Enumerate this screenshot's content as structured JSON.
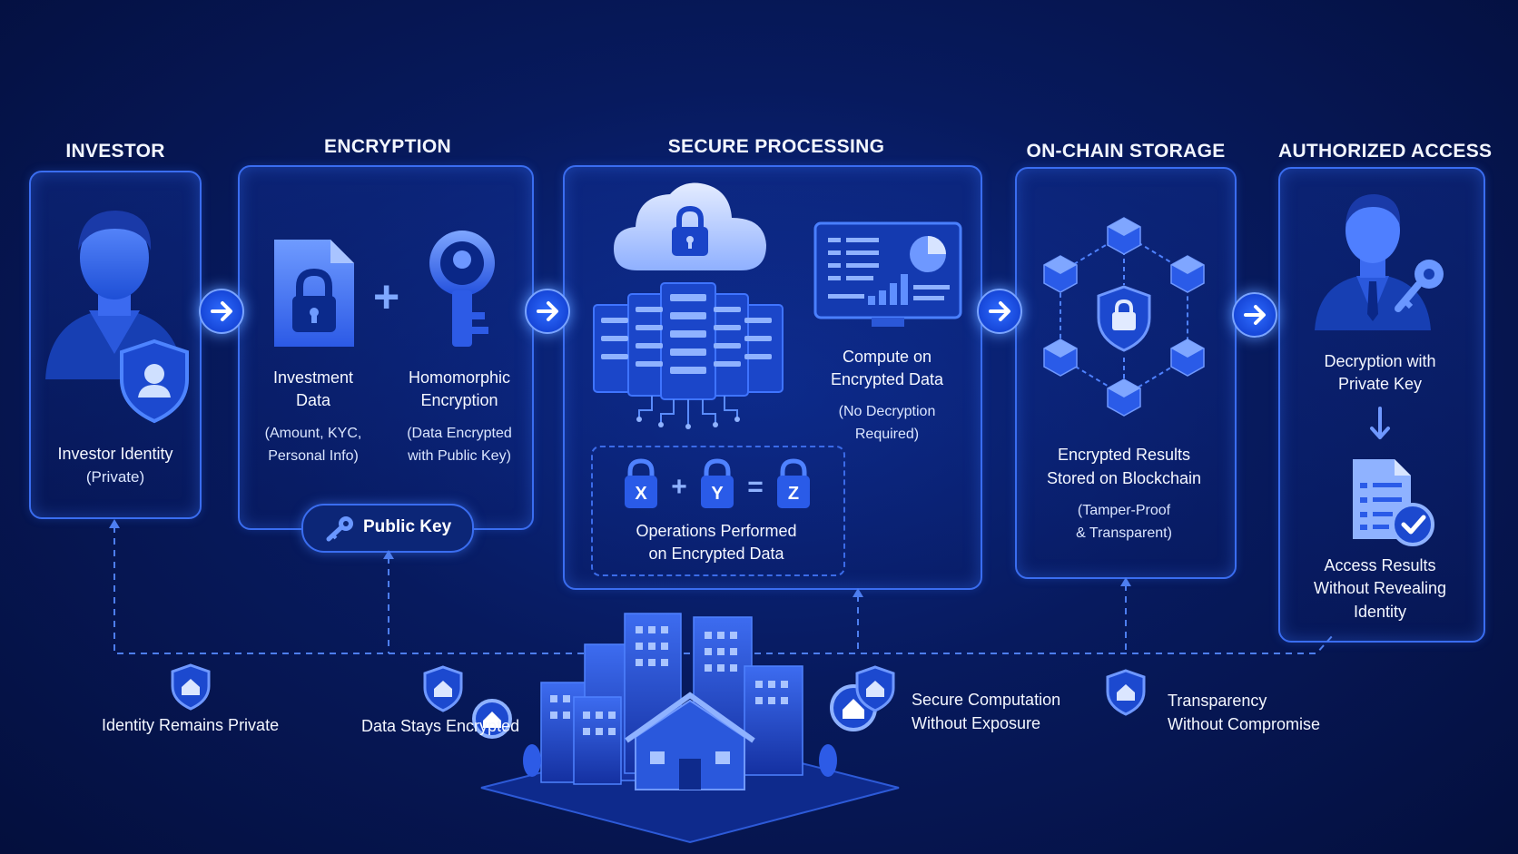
{
  "stages": {
    "investor": {
      "title": "INVESTOR",
      "label": "Investor Identity",
      "sub": "(Private)"
    },
    "encryption": {
      "title": "ENCRYPTION",
      "data_label_1": "Investment",
      "data_label_2": "Data",
      "data_sub_1": "(Amount, KYC,",
      "data_sub_2": "Personal Info)",
      "plus": "+",
      "homo_label_1": "Homomorphic",
      "homo_label_2": "Encryption",
      "homo_sub_1": "(Data Encrypted",
      "homo_sub_2": "with Public Key)",
      "public_key": "Public Key"
    },
    "secure": {
      "title": "SECURE PROCESSING",
      "compute_1": "Compute on",
      "compute_2": "Encrypted Data",
      "compute_sub_1": "(No Decryption",
      "compute_sub_2": "Required)",
      "eq_x": "X",
      "eq_plus": "+",
      "eq_y": "Y",
      "eq_equals": "=",
      "eq_z": "Z",
      "ops_1": "Operations Performed",
      "ops_2": "on Encrypted Data"
    },
    "onchain": {
      "title": "ON-CHAIN STORAGE",
      "label_1": "Encrypted Results",
      "label_2": "Stored on Blockchain",
      "sub_1": "(Tamper-Proof",
      "sub_2": "& Transparent)"
    },
    "access": {
      "title": "AUTHORIZED ACCESS",
      "decrypt_1": "Decryption with",
      "decrypt_2": "Private Key",
      "result_1": "Access Results",
      "result_2": "Without Revealing",
      "result_3": "Identity"
    }
  },
  "benefits": {
    "identity": "Identity Remains Private",
    "data": "Data Stays Encrypted",
    "secure_1": "Secure Computation",
    "secure_2": "Without Exposure",
    "transparency_1": "Transparency",
    "transparency_2": "Without Compromise"
  },
  "icons": {
    "investor": "investor-person-icon",
    "shield_user": "shield-user-icon",
    "document_lock": "document-lock-icon",
    "key": "key-icon",
    "cloud_lock": "cloud-lock-icon",
    "servers": "server-rack-icon",
    "monitor": "analytics-monitor-icon",
    "blockchain": "blockchain-network-icon",
    "report_check": "report-check-icon",
    "shield_home": "shield-home-icon",
    "city": "smart-city-icon"
  },
  "colors": {
    "background": "#071a5e",
    "panel_border": "#3a6df0",
    "accent": "#2f6cff",
    "text": "#ffffff"
  }
}
